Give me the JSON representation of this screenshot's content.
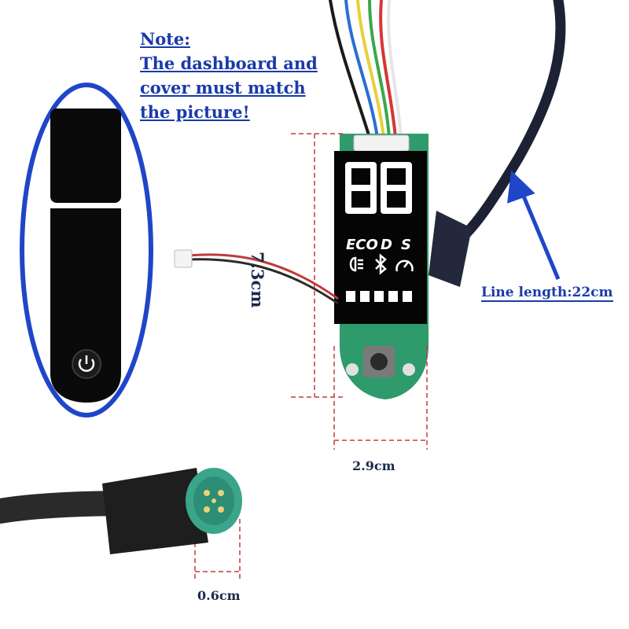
{
  "note": {
    "lines": [
      "Note:",
      "The dashboard and",
      "cover must match",
      "the picture!"
    ]
  },
  "dimensions": {
    "height": "7.3cm",
    "width": "2.9cm",
    "connector": "0.6cm",
    "line_length": "Line length:22cm"
  },
  "display": {
    "digits": "88",
    "modes": [
      "ECO",
      "D",
      "S"
    ],
    "indicator_icons": [
      "headlight-icon",
      "bluetooth-icon",
      "speedometer-icon"
    ],
    "battery_bars": 5
  },
  "colors": {
    "accent": "#1a3aa8",
    "ellipse": "#1f46c8",
    "pcb": "#2f9a6b",
    "connector": "#3aa58a",
    "lcd_bg": "#050505"
  }
}
